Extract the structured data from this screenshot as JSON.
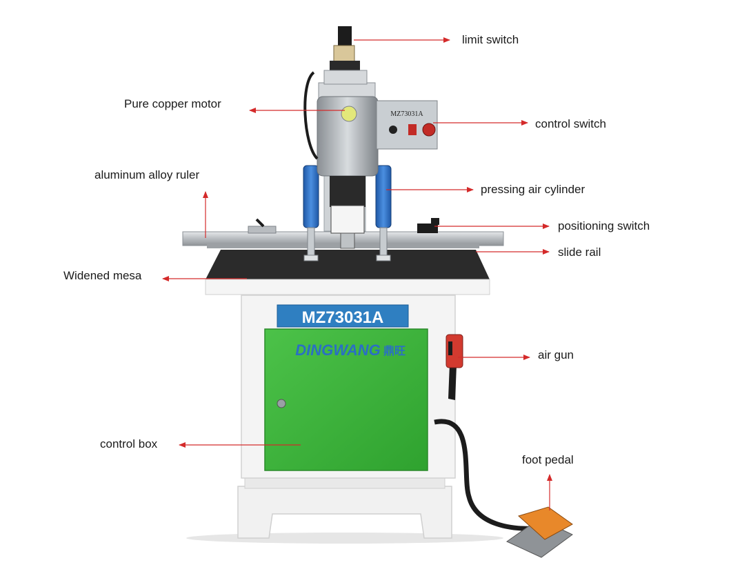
{
  "machine": {
    "model_plate": "MZ73031A",
    "panel_model": "MZ73031A",
    "brand_text": "DINGWANG",
    "brand_cjk": "鼎旺"
  },
  "callouts": {
    "limit_switch": "limit switch",
    "pure_copper_motor": "Pure copper motor",
    "control_switch": "control switch",
    "aluminum_alloy_ruler": "aluminum alloy ruler",
    "pressing_air_cylinder": "pressing air cylinder",
    "positioning_switch": "positioning switch",
    "slide_rail": "slide rail",
    "widened_mesa": "Widened mesa",
    "air_gun": "air gun",
    "control_box": "control box",
    "foot_pedal": "foot pedal"
  },
  "colors": {
    "arrow": "#d42a2a",
    "cabinet_green": "#3cb53a",
    "plate_blue": "#2f7fc1",
    "cylinder_blue": "#2a6fc4",
    "pedal_orange": "#e8882a",
    "table_top": "#2b2b2b",
    "frame": "#f2f2f2"
  }
}
